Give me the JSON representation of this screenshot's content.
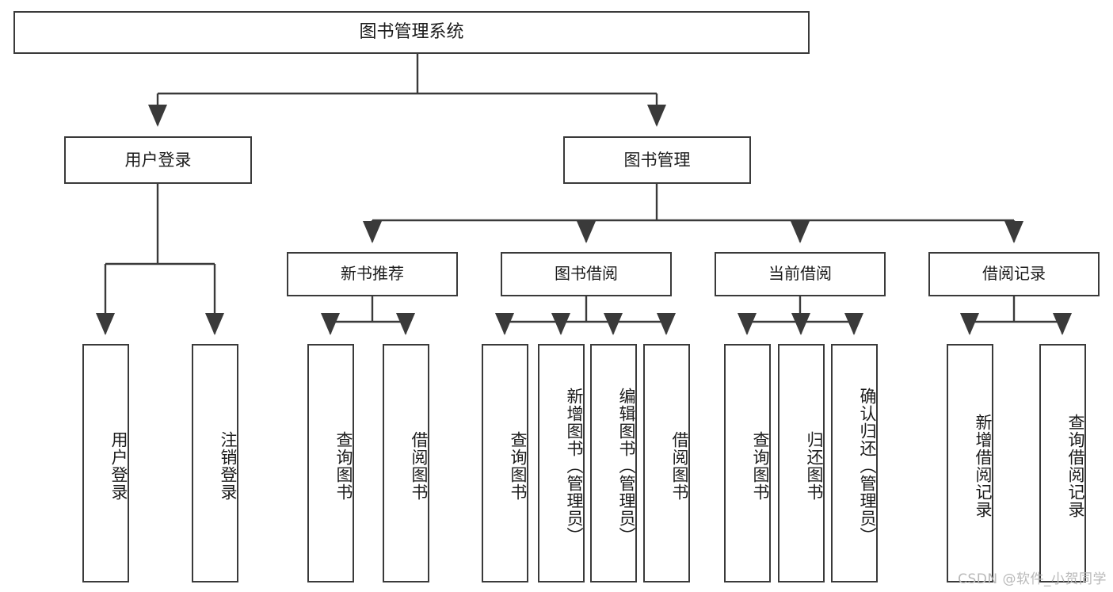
{
  "diagram": {
    "title": "图书管理系统",
    "watermark": "CSDN @软件_小贺同学",
    "colors": {
      "stroke": "#3a3a3a",
      "text": "#1b1b1b",
      "background": "#ffffff",
      "watermark": "#b9b9b9"
    },
    "root": {
      "label": "图书管理系统"
    },
    "level2": [
      {
        "label": "用户登录"
      },
      {
        "label": "图书管理"
      }
    ],
    "level3": [
      {
        "label": "新书推荐"
      },
      {
        "label": "图书借阅"
      },
      {
        "label": "当前借阅"
      },
      {
        "label": "借阅记录"
      }
    ],
    "leaves": {
      "user_login": [
        {
          "label": "用户登录"
        },
        {
          "label": "注销登录"
        }
      ],
      "new_book": [
        {
          "label": "查询图书"
        },
        {
          "label": "借阅图书"
        }
      ],
      "book_borrow": [
        {
          "label": "查询图书"
        },
        {
          "label": "新增图书（管理员）"
        },
        {
          "label": "编辑图书（管理员）"
        },
        {
          "label": "借阅图书"
        }
      ],
      "current_borrow": [
        {
          "label": "查询图书"
        },
        {
          "label": "归还图书"
        },
        {
          "label": "确认归还（管理员）"
        }
      ],
      "borrow_record": [
        {
          "label": "新增借阅记录"
        },
        {
          "label": "查询借阅记录"
        }
      ]
    }
  }
}
